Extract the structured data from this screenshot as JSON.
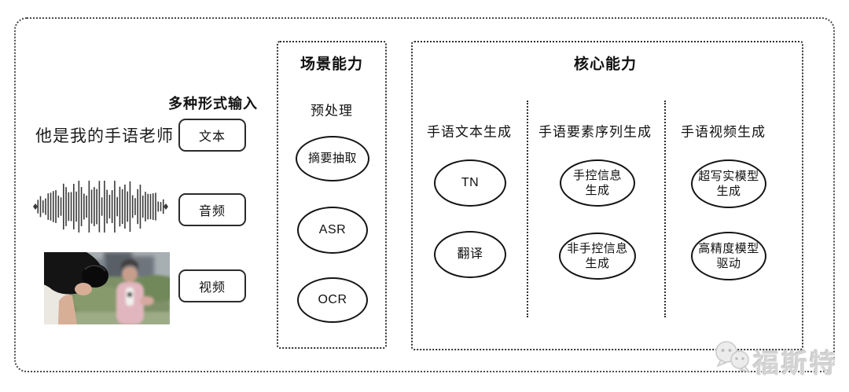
{
  "colors": {
    "ink": "#111111",
    "border": "#4a4a4a",
    "watermark_gray": "#d4d4d4"
  },
  "input_section": {
    "heading": "多种形式输入",
    "sample_text": "他是我的手语老师",
    "items": [
      {
        "label": "文本"
      },
      {
        "label": "音频"
      },
      {
        "label": "视频"
      }
    ],
    "icons": [
      {
        "name": "audio-waveform-icon"
      },
      {
        "name": "reporter-photo"
      }
    ]
  },
  "scene_box": {
    "title": "场景能力",
    "subtitle": "预处理",
    "nodes": [
      "摘要抽取",
      "ASR",
      "OCR"
    ]
  },
  "core_box": {
    "title": "核心能力",
    "columns": [
      {
        "header": "手语文本生成",
        "nodes": [
          "TN",
          "翻译"
        ]
      },
      {
        "header": "手语要素序列生成",
        "nodes": [
          "手控信息 生成",
          "非手控信息 生成"
        ]
      },
      {
        "header": "手语视频生成",
        "nodes": [
          "超写实模型 生成",
          "高精度模型 驱动"
        ]
      }
    ]
  },
  "watermark": {
    "text": "福斯特",
    "logo": "chat-bubbles"
  }
}
